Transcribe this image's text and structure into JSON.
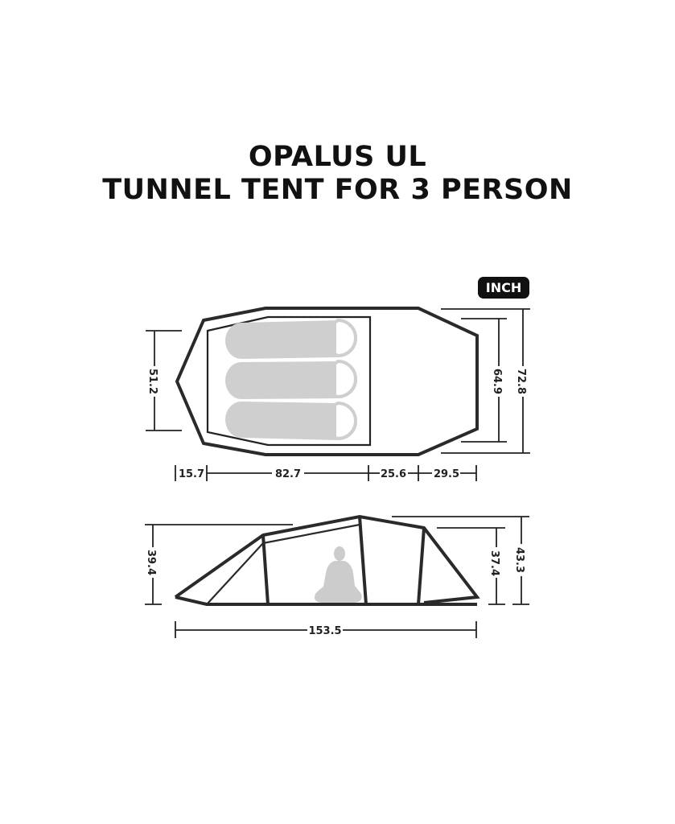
{
  "header": {
    "title_line1": "OPALUS UL",
    "title_line2": "TUNNEL TENT FOR 3 PERSON"
  },
  "unit_badge": "INCH",
  "colors": {
    "outline": "#2a2a2a",
    "sleeping_pad": "#cfcfcf",
    "person": "#cccccc",
    "badge_bg": "#111111",
    "badge_text": "#ffffff"
  },
  "top_view": {
    "label": "floor plan",
    "sleeping_pads": 3,
    "dimensions": {
      "inner_width": "51.2",
      "vestibule_width": "64.9",
      "total_width": "72.8",
      "front_vestibule_length": "15.7",
      "inner_length": "82.7",
      "rear_section_length": "25.6",
      "rear_vestibule_length": "29.5"
    }
  },
  "side_view": {
    "label": "side elevation",
    "person_icon": "seated-person-icon",
    "dimensions": {
      "front_height": "39.4",
      "rear_height": "37.4",
      "peak_height": "43.3",
      "total_length": "153.5"
    }
  }
}
